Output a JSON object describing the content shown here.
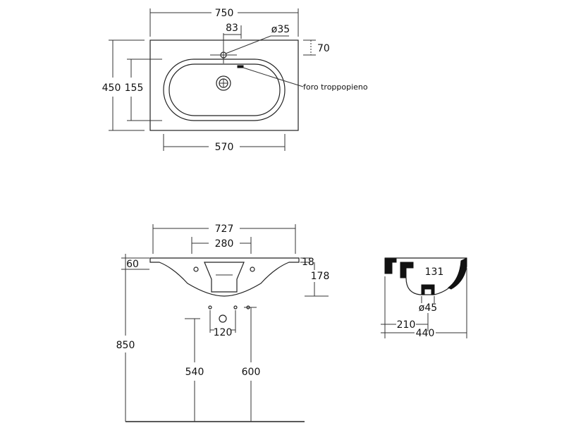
{
  "top_view": {
    "width": "750",
    "tap_offset": "83",
    "tap_hole": "ø35",
    "tap_to_edge": "70",
    "depth": "450",
    "bowl_depth": "155",
    "bowl_width": "570",
    "overflow_note": "foro troppopieno"
  },
  "front_view": {
    "top_width": "727",
    "fixing_spacing": "280",
    "rim_height": "60",
    "rim_thickness": "18",
    "basin_height": "178",
    "drain_spacing": "120",
    "mount_height": "850",
    "drain_height_left": "540",
    "drain_height_right": "600"
  },
  "section_view": {
    "drain_offset": "131",
    "drain_diameter": "ø45",
    "drain_from_wall": "210",
    "total_depth": "440"
  }
}
